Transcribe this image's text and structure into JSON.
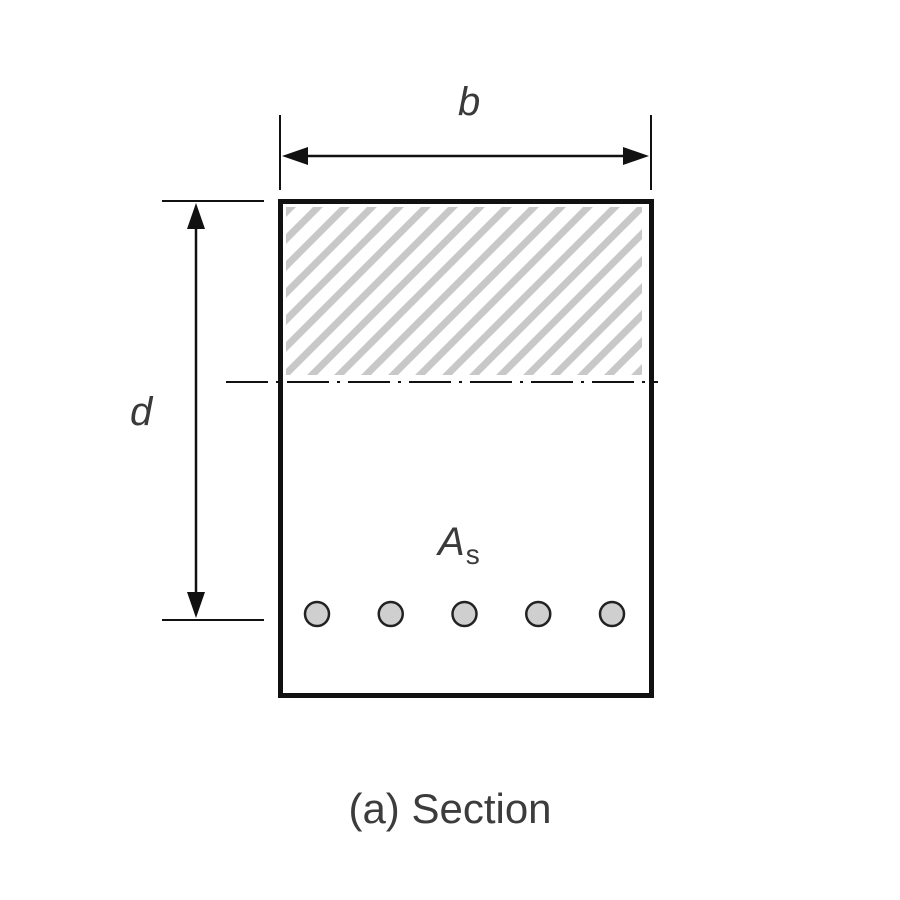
{
  "diagram": {
    "dimension_width_label": "b",
    "dimension_depth_label": "d",
    "reinforcement_label_main": "A",
    "reinforcement_label_sub": "s",
    "caption": "(a) Section",
    "bar_count": 5
  },
  "colors": {
    "outline": "#111111",
    "hatch": "#c8c8c8",
    "bar_fill": "#cfcfcf",
    "text": "#3a3a3a"
  }
}
